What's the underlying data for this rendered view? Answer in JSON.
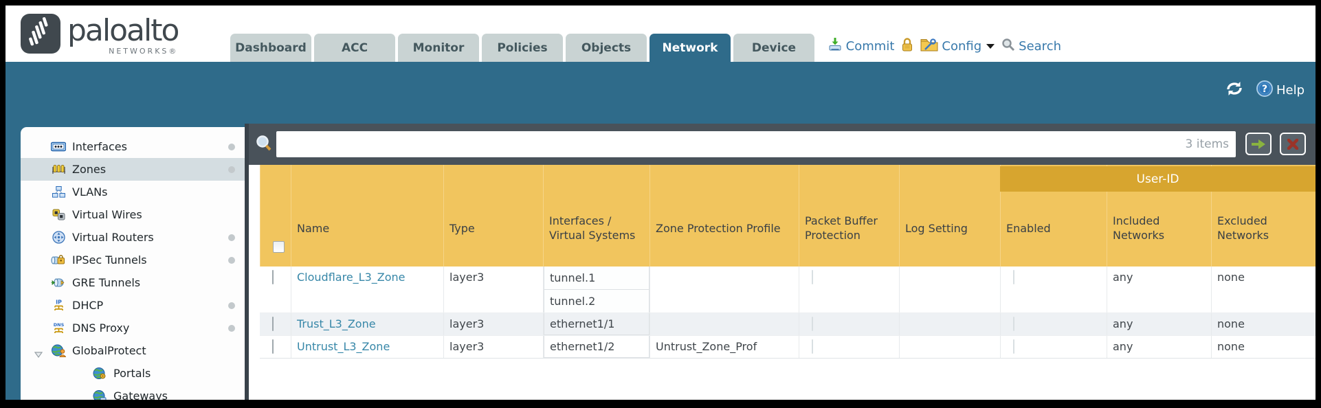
{
  "brand": {
    "name": "paloalto",
    "sub": "NETWORKS®"
  },
  "nav": {
    "tabs": [
      "Dashboard",
      "ACC",
      "Monitor",
      "Policies",
      "Objects",
      "Network",
      "Device"
    ],
    "active_tab": "Network"
  },
  "utilities": {
    "commit_label": "Commit",
    "config_label": "Config",
    "search_label": "Search"
  },
  "toolbar": {
    "help_label": "Help"
  },
  "filter": {
    "value": "",
    "count": "3 items"
  },
  "sidebar": {
    "items": [
      {
        "label": "Interfaces",
        "has_dot": true,
        "selected": false
      },
      {
        "label": "Zones",
        "has_dot": true,
        "selected": true
      },
      {
        "label": "VLANs",
        "has_dot": false,
        "selected": false
      },
      {
        "label": "Virtual Wires",
        "has_dot": false,
        "selected": false
      },
      {
        "label": "Virtual Routers",
        "has_dot": true,
        "selected": false
      },
      {
        "label": "IPSec Tunnels",
        "has_dot": true,
        "selected": false
      },
      {
        "label": "GRE Tunnels",
        "has_dot": false,
        "selected": false
      },
      {
        "label": "DHCP",
        "has_dot": true,
        "selected": false
      },
      {
        "label": "DNS Proxy",
        "has_dot": true,
        "selected": false
      },
      {
        "label": "GlobalProtect",
        "has_dot": false,
        "selected": false,
        "expanded": true
      },
      {
        "label": "Portals",
        "has_dot": false,
        "selected": false,
        "child": true
      },
      {
        "label": "Gateways",
        "has_dot": false,
        "selected": false,
        "child": true
      }
    ]
  },
  "table": {
    "group_header": "User-ID",
    "columns": [
      "Name",
      "Type",
      "Interfaces / Virtual Systems",
      "Zone Protection Profile",
      "Packet Buffer Protection",
      "Log Setting",
      "Enabled",
      "Included Networks",
      "Excluded Networks"
    ],
    "rows": [
      {
        "name": "Cloudflare_L3_Zone",
        "type": "layer3",
        "interfaces": [
          "tunnel.1",
          "tunnel.2"
        ],
        "zone_protection_profile": "",
        "packet_buffer_protection": false,
        "log_setting": "",
        "enabled": false,
        "included_networks": "any",
        "excluded_networks": "none"
      },
      {
        "name": "Trust_L3_Zone",
        "type": "layer3",
        "interfaces": [
          "ethernet1/1"
        ],
        "zone_protection_profile": "",
        "packet_buffer_protection": false,
        "log_setting": "",
        "enabled": false,
        "included_networks": "any",
        "excluded_networks": "none"
      },
      {
        "name": "Untrust_L3_Zone",
        "type": "layer3",
        "interfaces": [
          "ethernet1/2"
        ],
        "zone_protection_profile": "Untrust_Zone_Prof",
        "packet_buffer_protection": false,
        "log_setting": "",
        "enabled": false,
        "included_networks": "any",
        "excluded_networks": "none"
      }
    ]
  }
}
